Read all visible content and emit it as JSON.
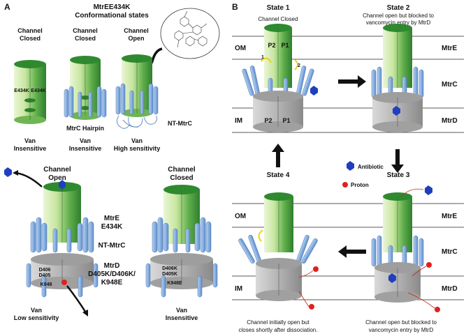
{
  "panel_a": {
    "letter": "A",
    "title_line1": "MtrEE434K",
    "title_line2": "Conformational states",
    "states": [
      {
        "label1": "Channel",
        "label2": "Closed",
        "desc1": "Van",
        "desc2": "Insensitive"
      },
      {
        "label1": "Channel",
        "label2": "Closed",
        "desc1": "Van",
        "desc2": "Insensitive"
      },
      {
        "label1": "Channel",
        "label2": "Open",
        "desc1": "Van",
        "desc2": "High sensitivity"
      }
    ],
    "e434k_left": "E434K",
    "e434k_right": "E434K",
    "hairpin_label": "MtrC Hairpin",
    "nt_label_top": "NT-MtrC",
    "bottom": {
      "open_label1": "Channel",
      "open_label2": "Open",
      "mtre1": "MtrE",
      "mtre2": "E434K",
      "nt_mtrc": "NT-MtrC",
      "mtrd1": "MtrD",
      "mtrd2": "D405K/D406K/",
      "mtrd3": "K948E",
      "res_d406": "D406",
      "res_d405": "D405",
      "res_k948": "K948",
      "van_left1": "Van",
      "van_left2": "Low sensitivity",
      "closed_label1": "Channel",
      "closed_label2": "Closed",
      "res_d406k": "D406K",
      "res_d405k": "D405K",
      "res_k948e": "K948E",
      "van_right1": "Van",
      "van_right2": "Insensitive"
    }
  },
  "panel_b": {
    "letter": "B",
    "state1": "State 1",
    "state1_sub": "Channel Closed",
    "state2": "State 2",
    "state2_sub1": "Channel open but blocked to",
    "state2_sub2": "vancomycin entry by MtrD",
    "state3": "State 3",
    "state4": "State 4",
    "om": "OM",
    "im": "IM",
    "mtre": "MtrE",
    "mtrc": "MtrC",
    "mtrd": "MtrD",
    "p1": "P1",
    "p2": "P2",
    "num1": "1",
    "num2": "2",
    "antibiotic": "Antibiotic",
    "proton": "Proton",
    "caption_left1": "Channel initially open but",
    "caption_left2": "closes shortly after dissociation.",
    "caption_right1": "Channel open but blocked to",
    "caption_right2": "vancomycin entry by MtrD"
  },
  "colors": {
    "green_dark": "#2e8b2e",
    "green_light": "#d8efb4",
    "blue_helix": "#7ea9dc",
    "grey_mtrd": "#a6a6a6",
    "antibiotic": "#1f3fbf",
    "proton": "#e02020"
  }
}
